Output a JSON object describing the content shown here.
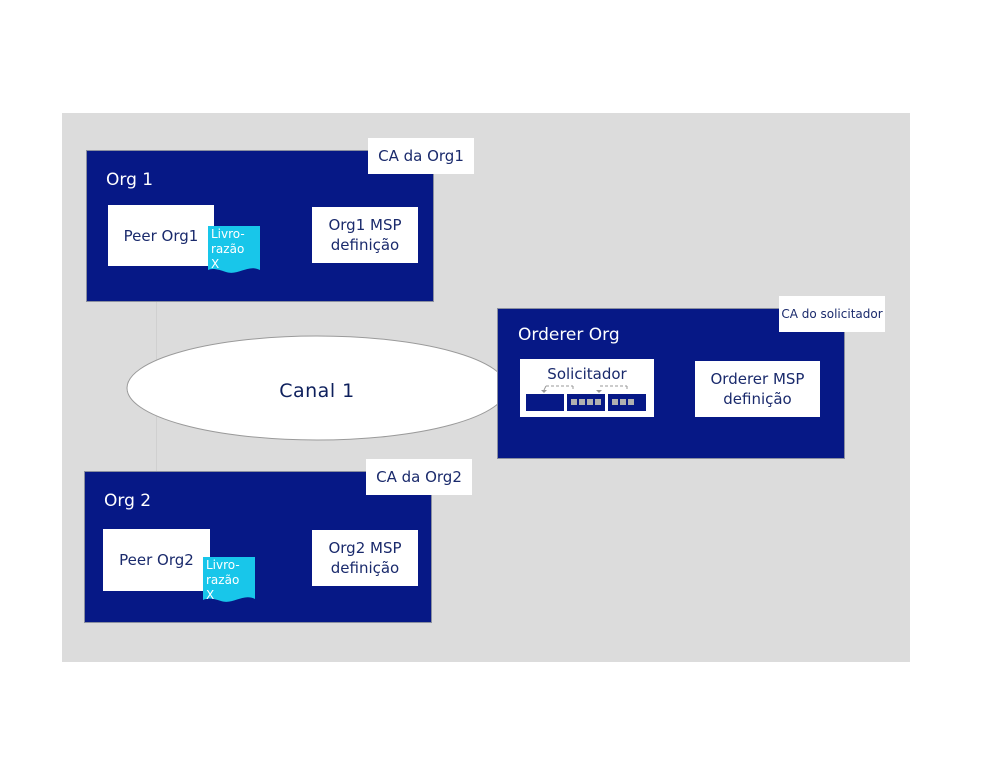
{
  "org1": {
    "title": "Org 1",
    "ca_label": "CA da Org1",
    "peer_label": "Peer Org1",
    "ledger": {
      "line1": "Livro-",
      "line2": "razão",
      "line3": "X"
    },
    "msp_line1": "Org1 MSP",
    "msp_line2": "definição"
  },
  "org2": {
    "title": "Org 2",
    "ca_label": "CA da Org2",
    "peer_label": "Peer Org2",
    "ledger": {
      "line1": "Livro-",
      "line2": "razão",
      "line3": "X"
    },
    "msp_line1": "Org2 MSP",
    "msp_line2": "definição"
  },
  "orderer": {
    "title": "Orderer Org",
    "ca_label": "CA do solicitador",
    "solicitor_label": "Solicitador",
    "msp_line1": "Orderer MSP",
    "msp_line2": "definição"
  },
  "channel": {
    "label": "Canal 1"
  },
  "colors": {
    "org_fill": "#061886",
    "background_panel": "#dcdcdc",
    "ledger_fill": "#18c6ea",
    "text_dark": "#1a2a6c"
  }
}
